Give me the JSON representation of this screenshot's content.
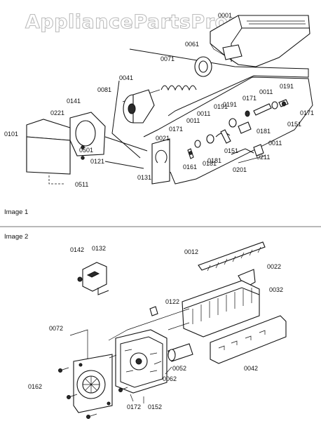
{
  "watermark": "AppliancePartsPros.com",
  "sections": {
    "image1": "Image 1",
    "image2": "Image 2"
  },
  "parts_image1": [
    "0001",
    "0061",
    "0071",
    "0041",
    "0081",
    "0141",
    "0221",
    "0101",
    "0501",
    "0121",
    "0511",
    "0021",
    "0131",
    "0171",
    "0161",
    "0011",
    "0181",
    "0191",
    "0151",
    "0201",
    "0211",
    "0011",
    "0171",
    "0191",
    "0181",
    "0151",
    "0171",
    "0011",
    "0191",
    "0011",
    "0181"
  ],
  "parts_image2": [
    "0142",
    "0132",
    "0012",
    "0022",
    "0032",
    "0122",
    "0072",
    "0042",
    "0052",
    "0062",
    "0162",
    "0172",
    "0152"
  ]
}
